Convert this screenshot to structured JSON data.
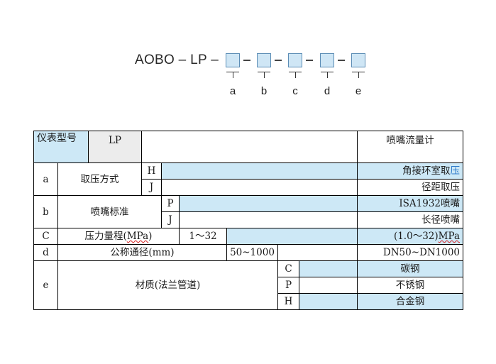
{
  "model_code": {
    "prefix": "AOBO – LP –",
    "slot_labels": [
      "a",
      "b",
      "c",
      "d",
      "e"
    ],
    "slot_color": "#cfe6f5",
    "slot_border": "#5c8db5"
  },
  "table": {
    "header": {
      "col1": "仪表型号",
      "col2": "LP",
      "col4": "喷嘴流量计"
    },
    "row_a": {
      "key": "a",
      "name": "取压方式",
      "opt1_code": "H",
      "opt1_desc_main": "角接环室取",
      "opt1_desc_tail": "压",
      "opt2_code": "J",
      "opt2_desc": "径距取压"
    },
    "row_b": {
      "key": "b",
      "name": "喷嘴标准",
      "opt1_code": "P",
      "opt1_desc": "ISA1932喷嘴",
      "opt2_code": "J",
      "opt2_desc": "长径喷嘴"
    },
    "row_c": {
      "key": "C",
      "name_main": "压力量程(",
      "name_unit": "MPa",
      "name_close": ")",
      "range": "1～32",
      "desc_main": "(1.0～32)",
      "desc_unit": "MPa"
    },
    "row_d": {
      "key": "d",
      "name": "公称通径(mm)",
      "range": "50~1000",
      "desc": "DN50~DN1000"
    },
    "row_e": {
      "key": "e",
      "name": "材质(法兰管道)",
      "opt1_code": "C",
      "opt1_desc": "碳钢",
      "opt2_code": "P",
      "opt2_desc": "不锈钢",
      "opt3_code": "H",
      "opt3_desc": "合金钢"
    },
    "colors": {
      "highlight": "#cde8f6",
      "header_gray": "#ececec",
      "accent_text": "#2b78c9",
      "spell_underline": "#d62020"
    }
  }
}
